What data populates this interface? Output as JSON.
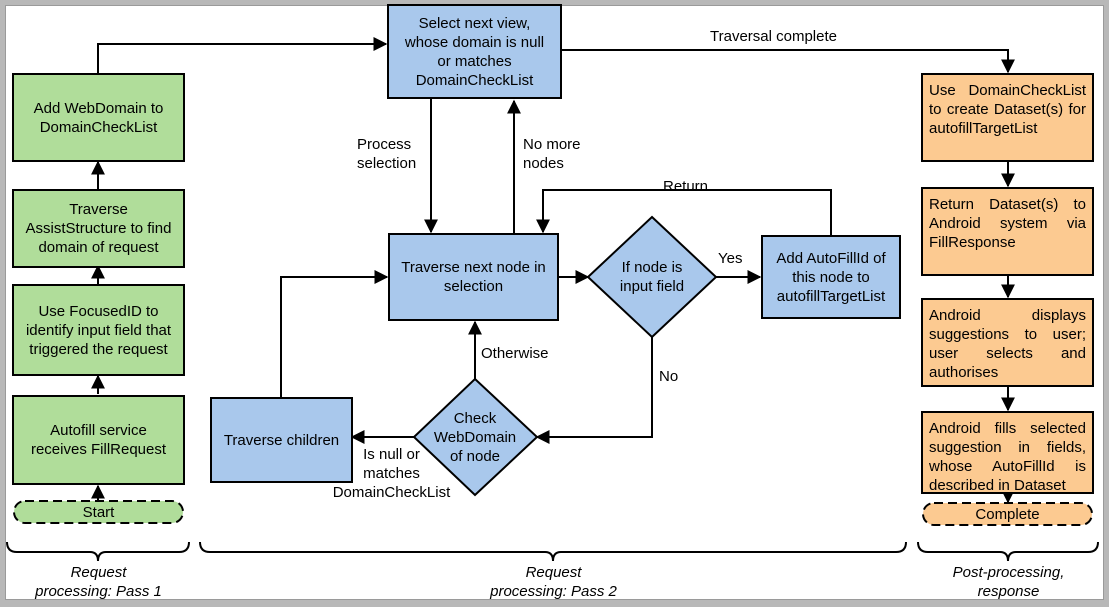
{
  "diagram": {
    "title": "Android Autofill service FillRequest processing flowchart",
    "colors": {
      "green_fill": "#b0dd9a",
      "blue_fill": "#a9c8ec",
      "orange_fill": "#fcca91",
      "stroke": "#000000",
      "page_bg": "#ffffff",
      "canvas_bg": "#b8b8b8"
    },
    "nodes": [
      {
        "id": "start",
        "label": "Start",
        "shape": "terminator",
        "fill": "green"
      },
      {
        "id": "receive",
        "label": "Autofill service\nreceives FillRequest",
        "shape": "process",
        "fill": "green"
      },
      {
        "id": "focusedid",
        "label": "Use FocusedID to\nidentify input field that\ntriggered the request",
        "shape": "process",
        "fill": "green"
      },
      {
        "id": "traverse-assist",
        "label": "Traverse\nAssistStructure to find\ndomain of request",
        "shape": "process",
        "fill": "green"
      },
      {
        "id": "add-webdomain",
        "label": "Add WebDomain to\nDomainCheckList",
        "shape": "process",
        "fill": "green"
      },
      {
        "id": "select-next-view",
        "label": "Select next view,\nwhose domain is null\nor matches\nDomainCheckList",
        "shape": "process",
        "fill": "blue"
      },
      {
        "id": "traverse-next",
        "label": "Traverse next node in\nselection",
        "shape": "process",
        "fill": "blue"
      },
      {
        "id": "if-input-field",
        "label": "If node is\ninput field",
        "shape": "decision",
        "fill": "blue"
      },
      {
        "id": "add-autofillid",
        "label": "Add AutoFillId of\nthis node to\nautofillTargetList",
        "shape": "process",
        "fill": "blue"
      },
      {
        "id": "check-webdomain",
        "label": "Check\nWebDomain\nof node",
        "shape": "decision",
        "fill": "blue"
      },
      {
        "id": "traverse-children",
        "label": "Traverse children",
        "shape": "process",
        "fill": "blue"
      },
      {
        "id": "create-dataset",
        "label": "Use DomainCheckList to create Dataset(s) for autofillTargetList",
        "shape": "process",
        "fill": "orange"
      },
      {
        "id": "return-dataset",
        "label": "Return Dataset(s) to Android system via FillResponse",
        "shape": "process",
        "fill": "orange"
      },
      {
        "id": "android-displays",
        "label": "Android displays suggestions to user; user selects and authorises",
        "shape": "process",
        "fill": "orange"
      },
      {
        "id": "android-fills",
        "label": "Android fills selected suggestion in fields, whose AutoFillId is described in Dataset",
        "shape": "process",
        "fill": "orange"
      },
      {
        "id": "complete",
        "label": "Complete",
        "shape": "terminator",
        "fill": "orange"
      }
    ],
    "edge_labels": [
      {
        "id": "traversal-complete",
        "text": "Traversal complete"
      },
      {
        "id": "process-selection",
        "text": "Process\nselection"
      },
      {
        "id": "no-more-nodes",
        "text": "No more\nnodes"
      },
      {
        "id": "return",
        "text": "Return"
      },
      {
        "id": "yes",
        "text": "Yes"
      },
      {
        "id": "no",
        "text": "No"
      },
      {
        "id": "otherwise",
        "text": "Otherwise"
      },
      {
        "id": "is-null-or-matches",
        "text": "Is null or\nmatches\nDomainCheckList"
      }
    ],
    "brackets": [
      {
        "id": "pass1",
        "label": "Request\nprocessing: Pass 1"
      },
      {
        "id": "pass2",
        "label": "Request\nprocessing: Pass 2"
      },
      {
        "id": "post-processing",
        "label": "Post-processing,\nresponse"
      }
    ]
  }
}
